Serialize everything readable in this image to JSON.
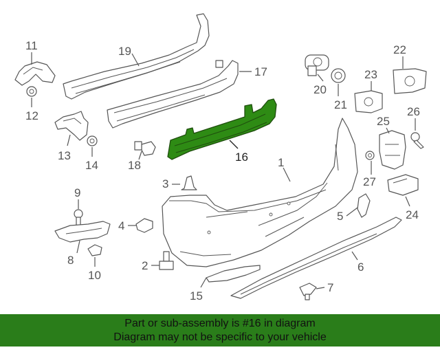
{
  "banner": {
    "line1": "Part or sub-assembly is #16 in diagram",
    "line2": "Diagram may not be specific to your vehicle",
    "color": "#2a7d1a"
  },
  "highlight_color": "#2e8b14",
  "highlighted_part": "16",
  "callouts": {
    "c1": "1",
    "c2": "2",
    "c3": "3",
    "c4": "4",
    "c5": "5",
    "c6": "6",
    "c7": "7",
    "c8": "8",
    "c9": "9",
    "c10": "10",
    "c11": "11",
    "c12": "12",
    "c13": "13",
    "c14": "14",
    "c15": "15",
    "c16": "16",
    "c17": "17",
    "c18": "18",
    "c19": "19",
    "c20": "20",
    "c21": "21",
    "c22": "22",
    "c23": "23",
    "c24": "24",
    "c25": "25",
    "c26": "26",
    "c27": "27"
  }
}
